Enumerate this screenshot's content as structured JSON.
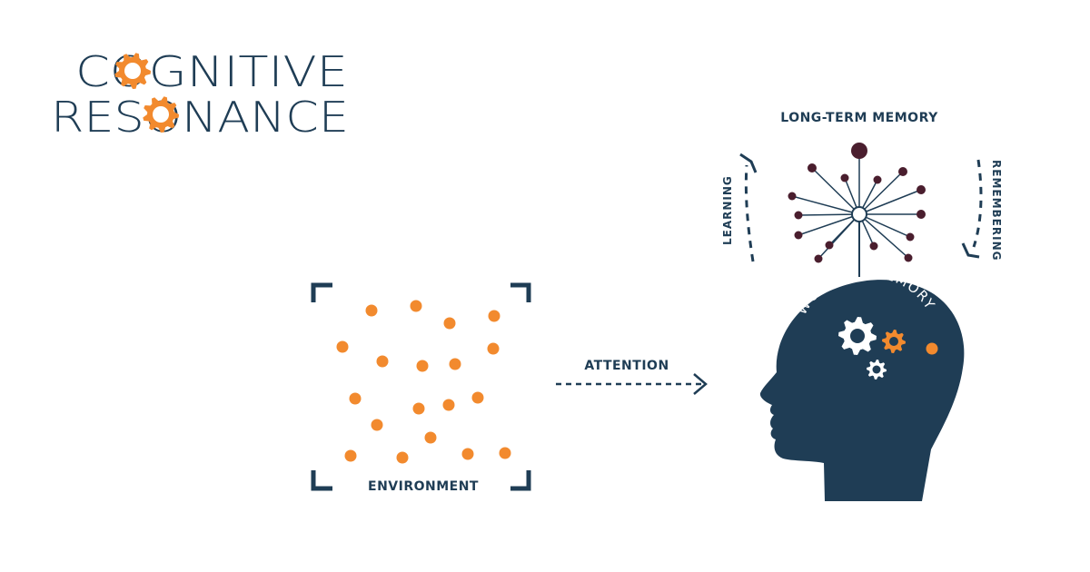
{
  "logo": {
    "line1": "COGNITIVE",
    "line2": "RESONANCE"
  },
  "labels": {
    "long_term_memory": "LONG-TERM MEMORY",
    "learning": "LEARNING",
    "remembering": "REMEMBERING",
    "working_memory": "WORKING MEMORY",
    "attention": "ATTENTION",
    "environment": "ENVIRONMENT"
  },
  "colors": {
    "navy": "#1f3d55",
    "orange": "#f28a2e",
    "node": "#4a1e2e"
  },
  "icons": [
    "gear-icon",
    "head-silhouette",
    "memory-network",
    "arrow-right"
  ]
}
